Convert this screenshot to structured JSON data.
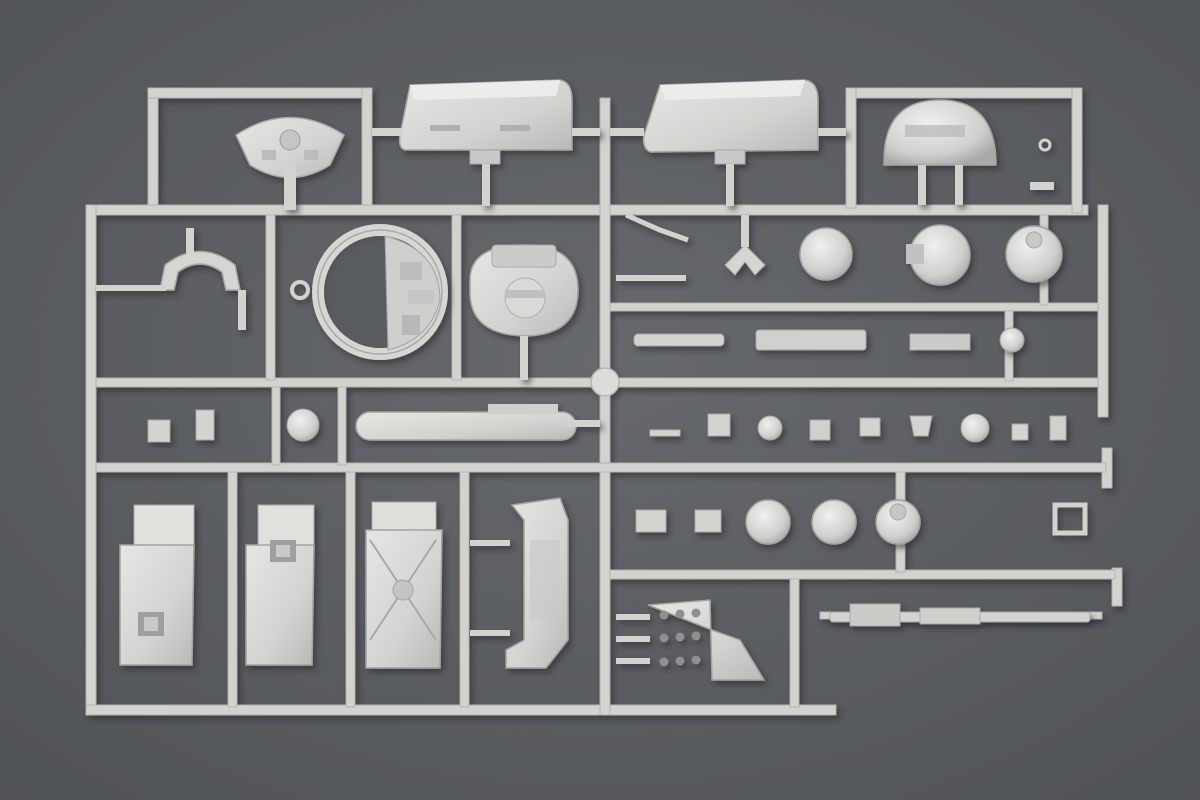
{
  "photo": {
    "subject": "",
    "colors": {
      "background": "#595c60",
      "background_light": "#6a6d71",
      "plastic": "#d6d6d3",
      "plastic_shadow": "#a9aaa7",
      "plastic_dark": "#8e908d",
      "plastic_highlight": "#ececea"
    },
    "regions": {
      "upper_left": [
        "turret-hatch",
        "armor-block",
        "headlight-guard",
        "cupola-ring",
        "round-hatch"
      ],
      "upper_right": [
        "armor-block",
        "dome-cover",
        "guard-bracket",
        "periscope-heads",
        "small-fittings"
      ],
      "lower_left": [
        "side-panel-window",
        "side-panel-window",
        "x-brace-panel",
        "smoke-launcher-bank",
        "exhaust-tube"
      ],
      "lower_right": [
        "lamp-housings",
        "grenade-launcher",
        "gun-barrel",
        "small-fittings"
      ]
    }
  }
}
